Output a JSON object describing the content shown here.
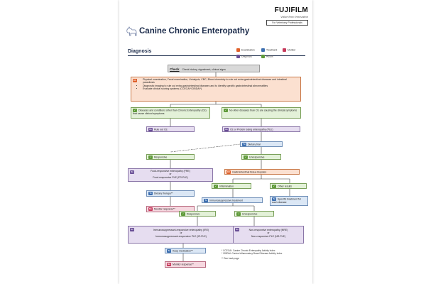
{
  "brand": {
    "name": "FUJIFILM",
    "tagline": "Value from Innovation",
    "audience": "For Veterinary Professionals"
  },
  "title": "Canine Chronic Enteropathy",
  "section": "Diagnosis",
  "legend": {
    "examination": {
      "code": "EX",
      "label": "Examination",
      "color": "#e0602a"
    },
    "treatment": {
      "code": "Tx",
      "label": "Treatment",
      "color": "#3d6fb0"
    },
    "monitor": {
      "code": "Mo",
      "label": "Monitor",
      "color": "#c73a5c"
    },
    "diagnosis": {
      "code": "Dx",
      "label": "Diagnosis",
      "color": "#6a4f96"
    },
    "result": {
      "code": "✓",
      "label": "Result",
      "color": "#5f9a3a"
    }
  },
  "check": {
    "label": "Check",
    "text": "Check history, signalment, clinical signs"
  },
  "exam_items": [
    "Physical examination, Fecal examination, Urinalysis, CBC, Blood chemistry to rule out extra-gastrointestinal diseases and intestinal parasitosis",
    "Diagnostic imaging to rule out extra-gastrointestinal diseases and to identify specific gastrointestinal abnormalities",
    "Evaluate clinical scoring systems (CCECAI*/CIBDAI*)"
  ],
  "nodes": {
    "other_diseases": "Diseases and conditions other than Chronic Enteropathy (CE) that cause clinical symptoms",
    "no_other": "No other diseases than CE are causing the clinical symptoms",
    "rule_out": "Rule out CE",
    "ce_ple": "CE or Protein losing enteropathy (PLE)",
    "dietary_trial": "Dietary trial",
    "responsive1": "Responsive",
    "unresponsive1": "Unresponsive",
    "fre_line1": "Food-responsive enteropathy (FRE)",
    "fre_or": "or",
    "fre_line2": "Food-responsive PLE (FR-PLE)",
    "dietary_therapy": "Dietary therapy**",
    "monitor1": "Monitor response**",
    "gi_biopsies": "Gastrointestinal tissue biopsies",
    "inflammation": "Inflammation",
    "other_results": "Other results",
    "immuno_treatment": "Immunosuppressive treatment",
    "specific_treatment": "Specific treatment for each disease",
    "responsive2": "Responsive",
    "unresponsive2": "Unresponsive",
    "ire_line1": "Immunosuppressant-responsive enteropathy (IRE)",
    "ire_or": "or",
    "ire_line2": "Immunosuppressant-responsive PLE (IR-PLE)",
    "nre_line1": "Non-responsive enteropathy (NRE)",
    "nre_or": "or",
    "nre_line2": "Non-responsive PLE (NR-PLE)",
    "keep_medication": "Keep medication**",
    "monitor2": "Monitor response**"
  },
  "footnotes": [
    "* CCECAI: Canine Chronic Enteropathy Activity Index",
    "* CIBDAI: Canine Inflammatory Bowel Disease Activity Index",
    "** See back page"
  ]
}
